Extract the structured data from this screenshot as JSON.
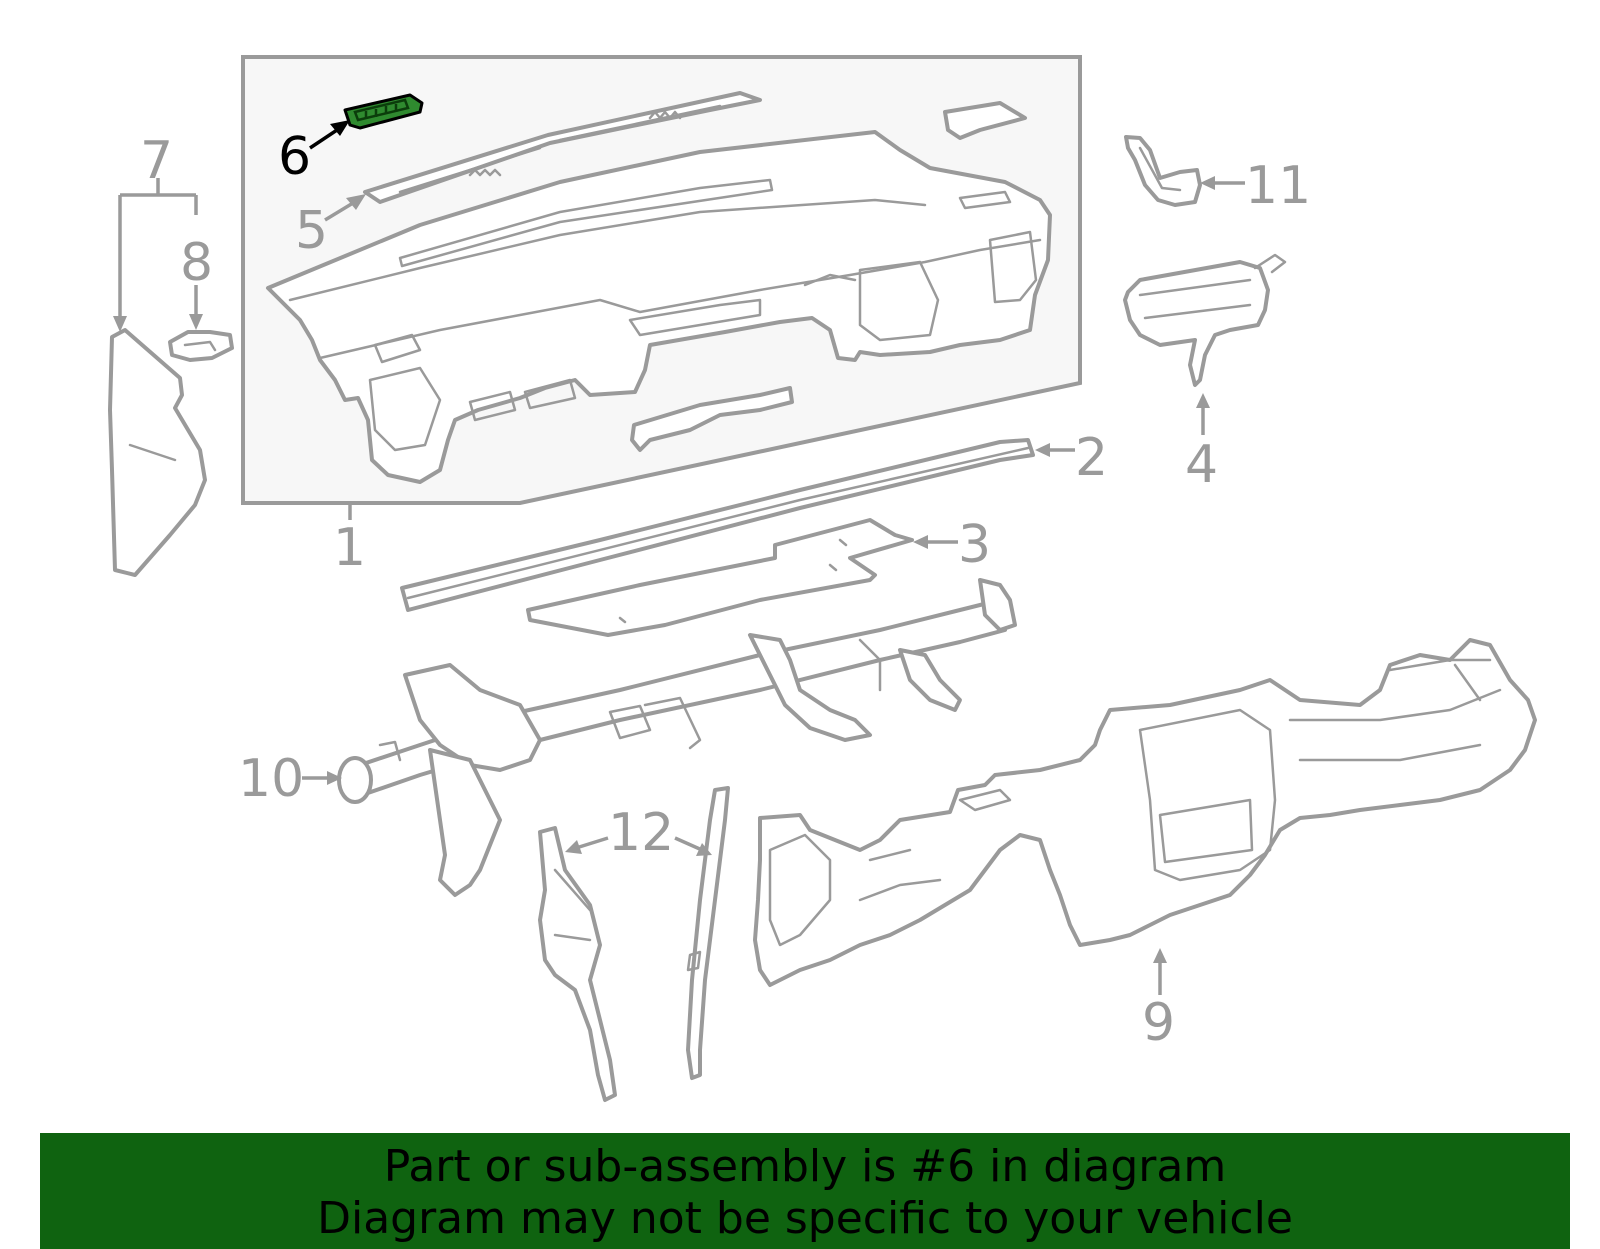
{
  "colors": {
    "line": "#9a9a9a",
    "highlight_fill": "#2f8a2f",
    "highlight_label": "#000000",
    "banner_bg": "#0f6310",
    "panel_bg": "#f7f7f7"
  },
  "callouts": {
    "c1": "1",
    "c2": "2",
    "c3": "3",
    "c4": "4",
    "c5": "5",
    "c6": "6",
    "c7": "7",
    "c8": "8",
    "c9": "9",
    "c10": "10",
    "c11": "11",
    "c12": "12"
  },
  "highlighted_part": "6",
  "banner": {
    "line1": "Part or sub-assembly is #6 in diagram",
    "line2": "Diagram may not be specific to your vehicle"
  }
}
